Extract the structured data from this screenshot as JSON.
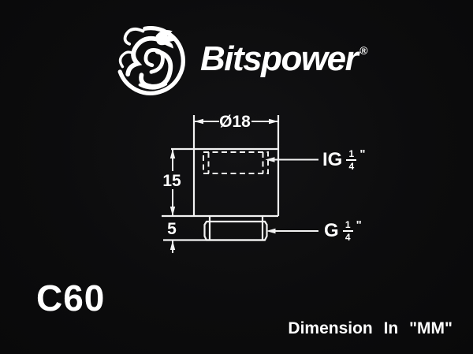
{
  "colors": {
    "background": "#0c0c0d",
    "line": "#f2f2f2",
    "text": "#ffffff"
  },
  "brand": {
    "wordmark": "Bitspower",
    "registered": "®",
    "logo_icon": "bitspower-dragon-logo"
  },
  "drawing": {
    "diameter": "Ø18",
    "body_height": "15",
    "thread_height": "5",
    "inner_thread": {
      "prefix": "IG",
      "numerator": "1",
      "denominator": "4",
      "unit": "\""
    },
    "outer_thread": {
      "prefix": "G",
      "numerator": "1",
      "denominator": "4",
      "unit": "\""
    }
  },
  "product": {
    "model": "C60"
  },
  "footer": {
    "note": "Dimension In \"MM\""
  }
}
